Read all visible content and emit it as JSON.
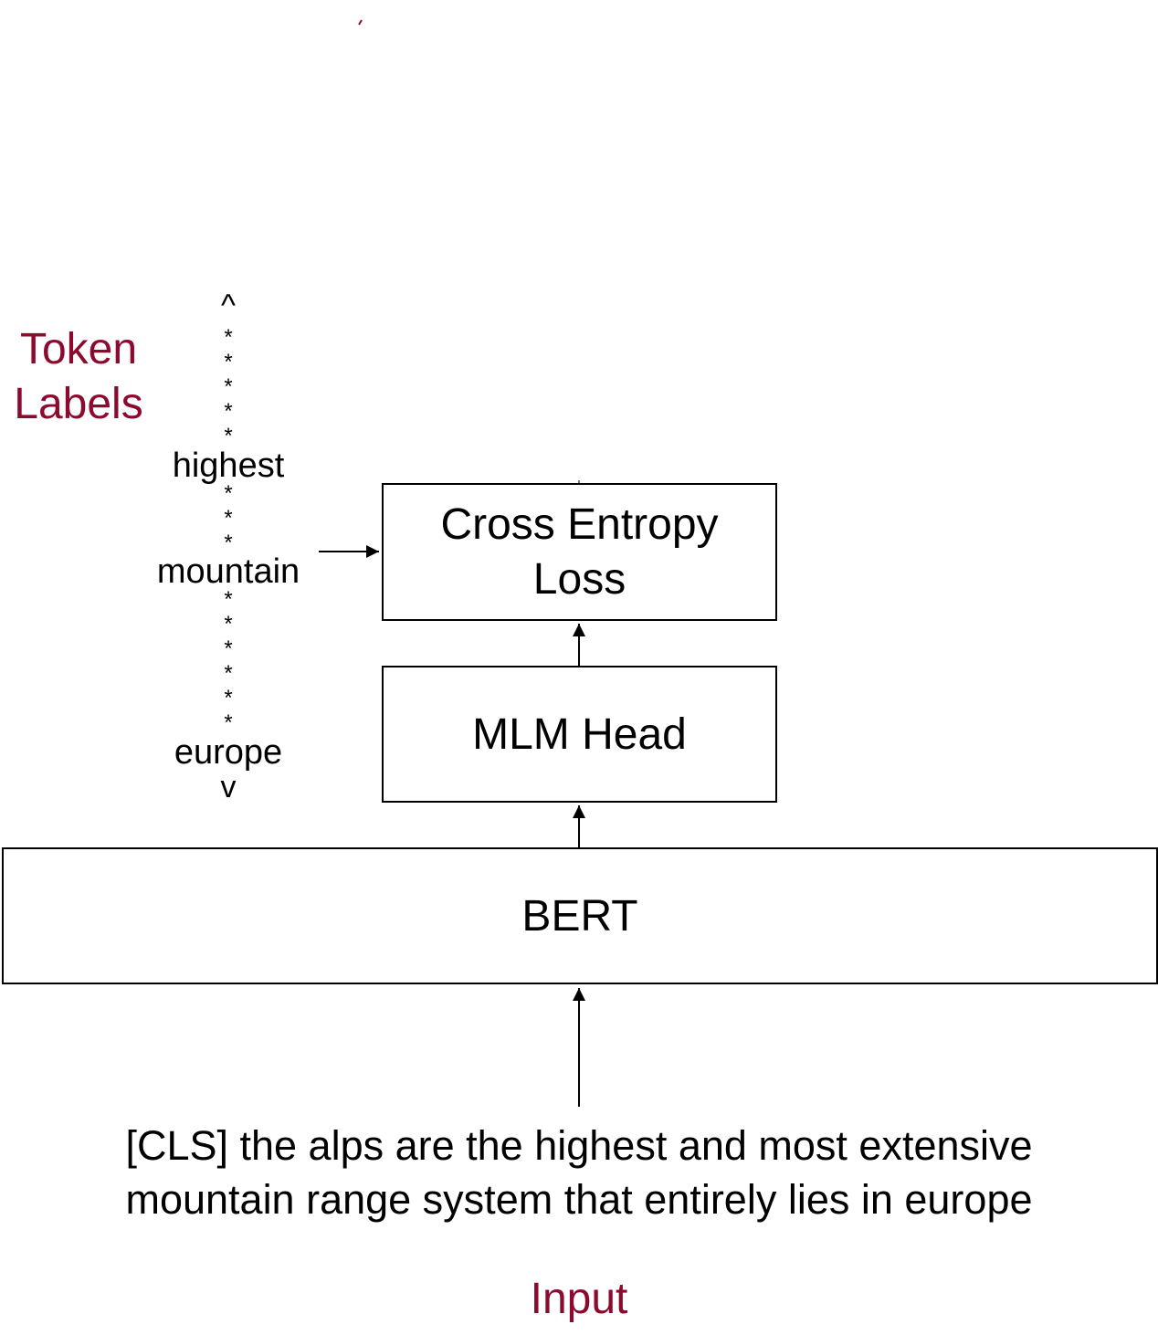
{
  "token_labels": {
    "title_line1": "Token",
    "title_line2": "Labels",
    "top_marker": "^",
    "bottom_marker": "v",
    "star": "*",
    "words": {
      "highest": "highest",
      "mountain": "mountain",
      "europe": "europe"
    }
  },
  "boxes": {
    "loss_label": "Cross Entropy Loss",
    "mlm_label": "MLM Head",
    "bert_label": "BERT"
  },
  "input": {
    "text": "[CLS] the alps are the highest and most extensive mountain range system that entirely lies in europe",
    "caption": "Input"
  },
  "colors": {
    "accent": "#8b0a2e",
    "line": "#000000"
  }
}
